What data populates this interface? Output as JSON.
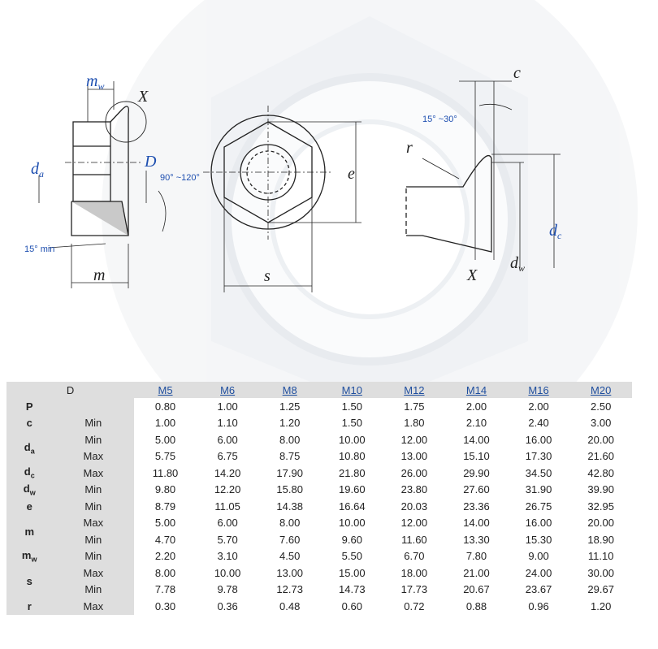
{
  "drawing": {
    "labels": {
      "m_w": "m",
      "m_w_sub": "w",
      "X_top": "X",
      "d_a": "d",
      "d_a_sub": "a",
      "D": "D",
      "angle_range": "90° ~120°",
      "angle_15_min": "15° min",
      "m": "m",
      "e": "e",
      "s": "s",
      "c": "c",
      "angle_15_30": "15° ~30°",
      "r": "r",
      "d_c": "d",
      "d_c_sub": "c",
      "d_w": "d",
      "d_w_sub": "w",
      "X_detail": "X"
    }
  },
  "table": {
    "header_label": "D",
    "sizes": [
      "M5",
      "M6",
      "M8",
      "M10",
      "M12",
      "M14",
      "M16",
      "M20"
    ],
    "rows": [
      {
        "sym": "P",
        "sub": "",
        "rowspan": 1,
        "limit": "",
        "values": [
          "0.80",
          "1.00",
          "1.25",
          "1.50",
          "1.75",
          "2.00",
          "2.00",
          "2.50"
        ]
      },
      {
        "sym": "c",
        "sub": "",
        "rowspan": 1,
        "limit": "Min",
        "values": [
          "1.00",
          "1.10",
          "1.20",
          "1.50",
          "1.80",
          "2.10",
          "2.40",
          "3.00"
        ]
      },
      {
        "sym": "d",
        "sub": "a",
        "rowspan": 2,
        "limit": "Min",
        "values": [
          "5.00",
          "6.00",
          "8.00",
          "10.00",
          "12.00",
          "14.00",
          "16.00",
          "20.00"
        ]
      },
      {
        "sym": "",
        "sub": "",
        "rowspan": 0,
        "limit": "Max",
        "values": [
          "5.75",
          "6.75",
          "8.75",
          "10.80",
          "13.00",
          "15.10",
          "17.30",
          "21.60"
        ]
      },
      {
        "sym": "d",
        "sub": "c",
        "rowspan": 1,
        "limit": "Max",
        "values": [
          "11.80",
          "14.20",
          "17.90",
          "21.80",
          "26.00",
          "29.90",
          "34.50",
          "42.80"
        ]
      },
      {
        "sym": "d",
        "sub": "w",
        "rowspan": 1,
        "limit": "Min",
        "values": [
          "9.80",
          "12.20",
          "15.80",
          "19.60",
          "23.80",
          "27.60",
          "31.90",
          "39.90"
        ]
      },
      {
        "sym": "e",
        "sub": "",
        "rowspan": 1,
        "limit": "Min",
        "values": [
          "8.79",
          "11.05",
          "14.38",
          "16.64",
          "20.03",
          "23.36",
          "26.75",
          "32.95"
        ]
      },
      {
        "sym": "m",
        "sub": "",
        "rowspan": 2,
        "limit": "Max",
        "values": [
          "5.00",
          "6.00",
          "8.00",
          "10.00",
          "12.00",
          "14.00",
          "16.00",
          "20.00"
        ]
      },
      {
        "sym": "",
        "sub": "",
        "rowspan": 0,
        "limit": "Min",
        "values": [
          "4.70",
          "5.70",
          "7.60",
          "9.60",
          "11.60",
          "13.30",
          "15.30",
          "18.90"
        ]
      },
      {
        "sym": "m",
        "sub": "w",
        "rowspan": 1,
        "limit": "Min",
        "values": [
          "2.20",
          "3.10",
          "4.50",
          "5.50",
          "6.70",
          "7.80",
          "9.00",
          "11.10"
        ]
      },
      {
        "sym": "s",
        "sub": "",
        "rowspan": 2,
        "limit": "Max",
        "values": [
          "8.00",
          "10.00",
          "13.00",
          "15.00",
          "18.00",
          "21.00",
          "24.00",
          "30.00"
        ]
      },
      {
        "sym": "",
        "sub": "",
        "rowspan": 0,
        "limit": "Min",
        "values": [
          "7.78",
          "9.78",
          "12.73",
          "14.73",
          "17.73",
          "20.67",
          "23.67",
          "29.67"
        ]
      },
      {
        "sym": "r",
        "sub": "",
        "rowspan": 1,
        "limit": "Max",
        "values": [
          "0.30",
          "0.36",
          "0.48",
          "0.60",
          "0.72",
          "0.88",
          "0.96",
          "1.20"
        ]
      }
    ]
  }
}
